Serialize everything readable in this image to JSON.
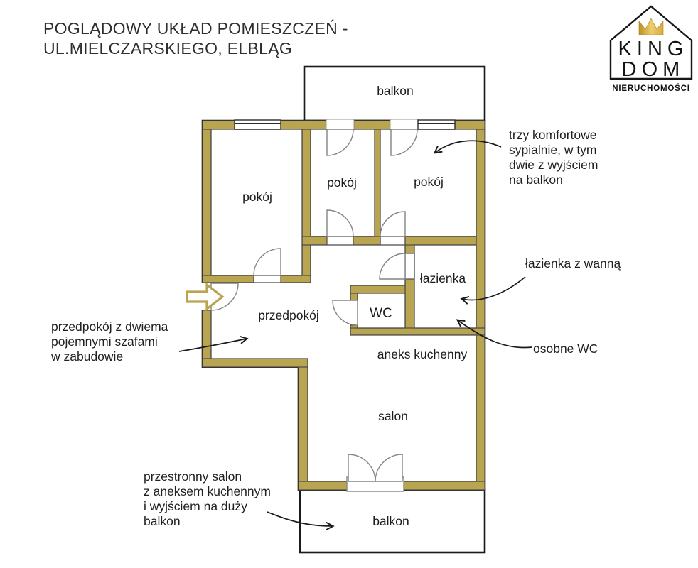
{
  "title": {
    "text": "POGLĄDOWY UKŁAD POMIESZCZEŃ -\nUL.MIELCZARSKIEGO, ELBLĄG"
  },
  "logo": {
    "king": "KING",
    "dom": "DOM",
    "subtitle": "NIERUCHOMOŚCI"
  },
  "rooms": {
    "balkon_top": "balkon",
    "pokoj1": "pokój",
    "pokoj2": "pokój",
    "pokoj3": "pokój",
    "lazienka": "łazienka",
    "wc": "WC",
    "przedpokoj": "przedpokój",
    "aneks_kuchenny": "aneks kuchenny",
    "salon": "salon",
    "balkon_bottom": "balkon"
  },
  "annotations": {
    "bedrooms": "trzy komfortowe\nsypialnie, w tym\ndwie z wyjściem\nna balkon",
    "bathroom": "łazienka z wanną",
    "toilet": "osobne WC",
    "hallway": "przedpokój z dwiema\npojemnymi szafami\nw zabudowie",
    "livingroom": "przestronny salon\nz aneksem kuchennym\ni wyjściem na duży\nbalkon"
  },
  "colors": {
    "wall": "#b9a550",
    "outline": "#1a1a1a",
    "crown_gold": "#d9ad3c"
  }
}
